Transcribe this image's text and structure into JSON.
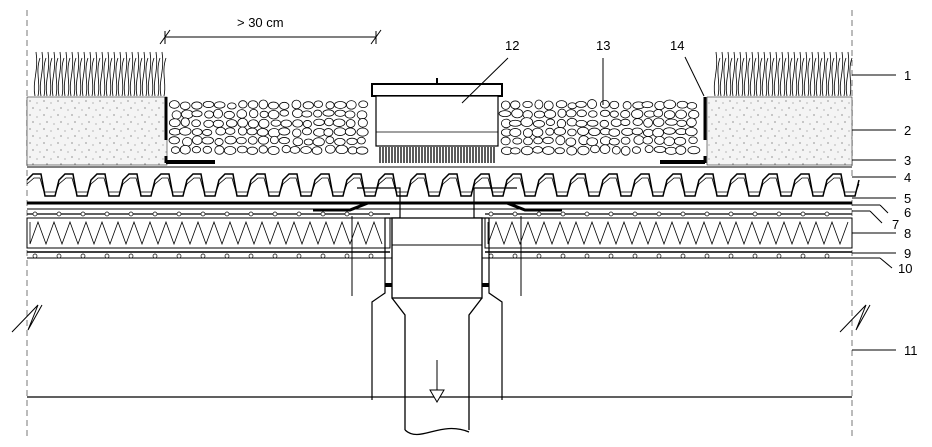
{
  "dimension": {
    "text": "> 30 cm"
  },
  "callouts": [
    {
      "id": "c1",
      "text": "1"
    },
    {
      "id": "c2",
      "text": "2"
    },
    {
      "id": "c3",
      "text": "3"
    },
    {
      "id": "c4",
      "text": "4"
    },
    {
      "id": "c5",
      "text": "5"
    },
    {
      "id": "c6",
      "text": "6"
    },
    {
      "id": "c7",
      "text": "7"
    },
    {
      "id": "c8",
      "text": "8"
    },
    {
      "id": "c9",
      "text": "9"
    },
    {
      "id": "c10",
      "text": "10"
    },
    {
      "id": "c11",
      "text": "11"
    },
    {
      "id": "c12",
      "text": "12"
    },
    {
      "id": "c13",
      "text": "13"
    },
    {
      "id": "c14",
      "text": "14"
    }
  ],
  "colors": {
    "line": "#000000",
    "soil": "#f2f2f2",
    "fill": "#ffffff"
  }
}
